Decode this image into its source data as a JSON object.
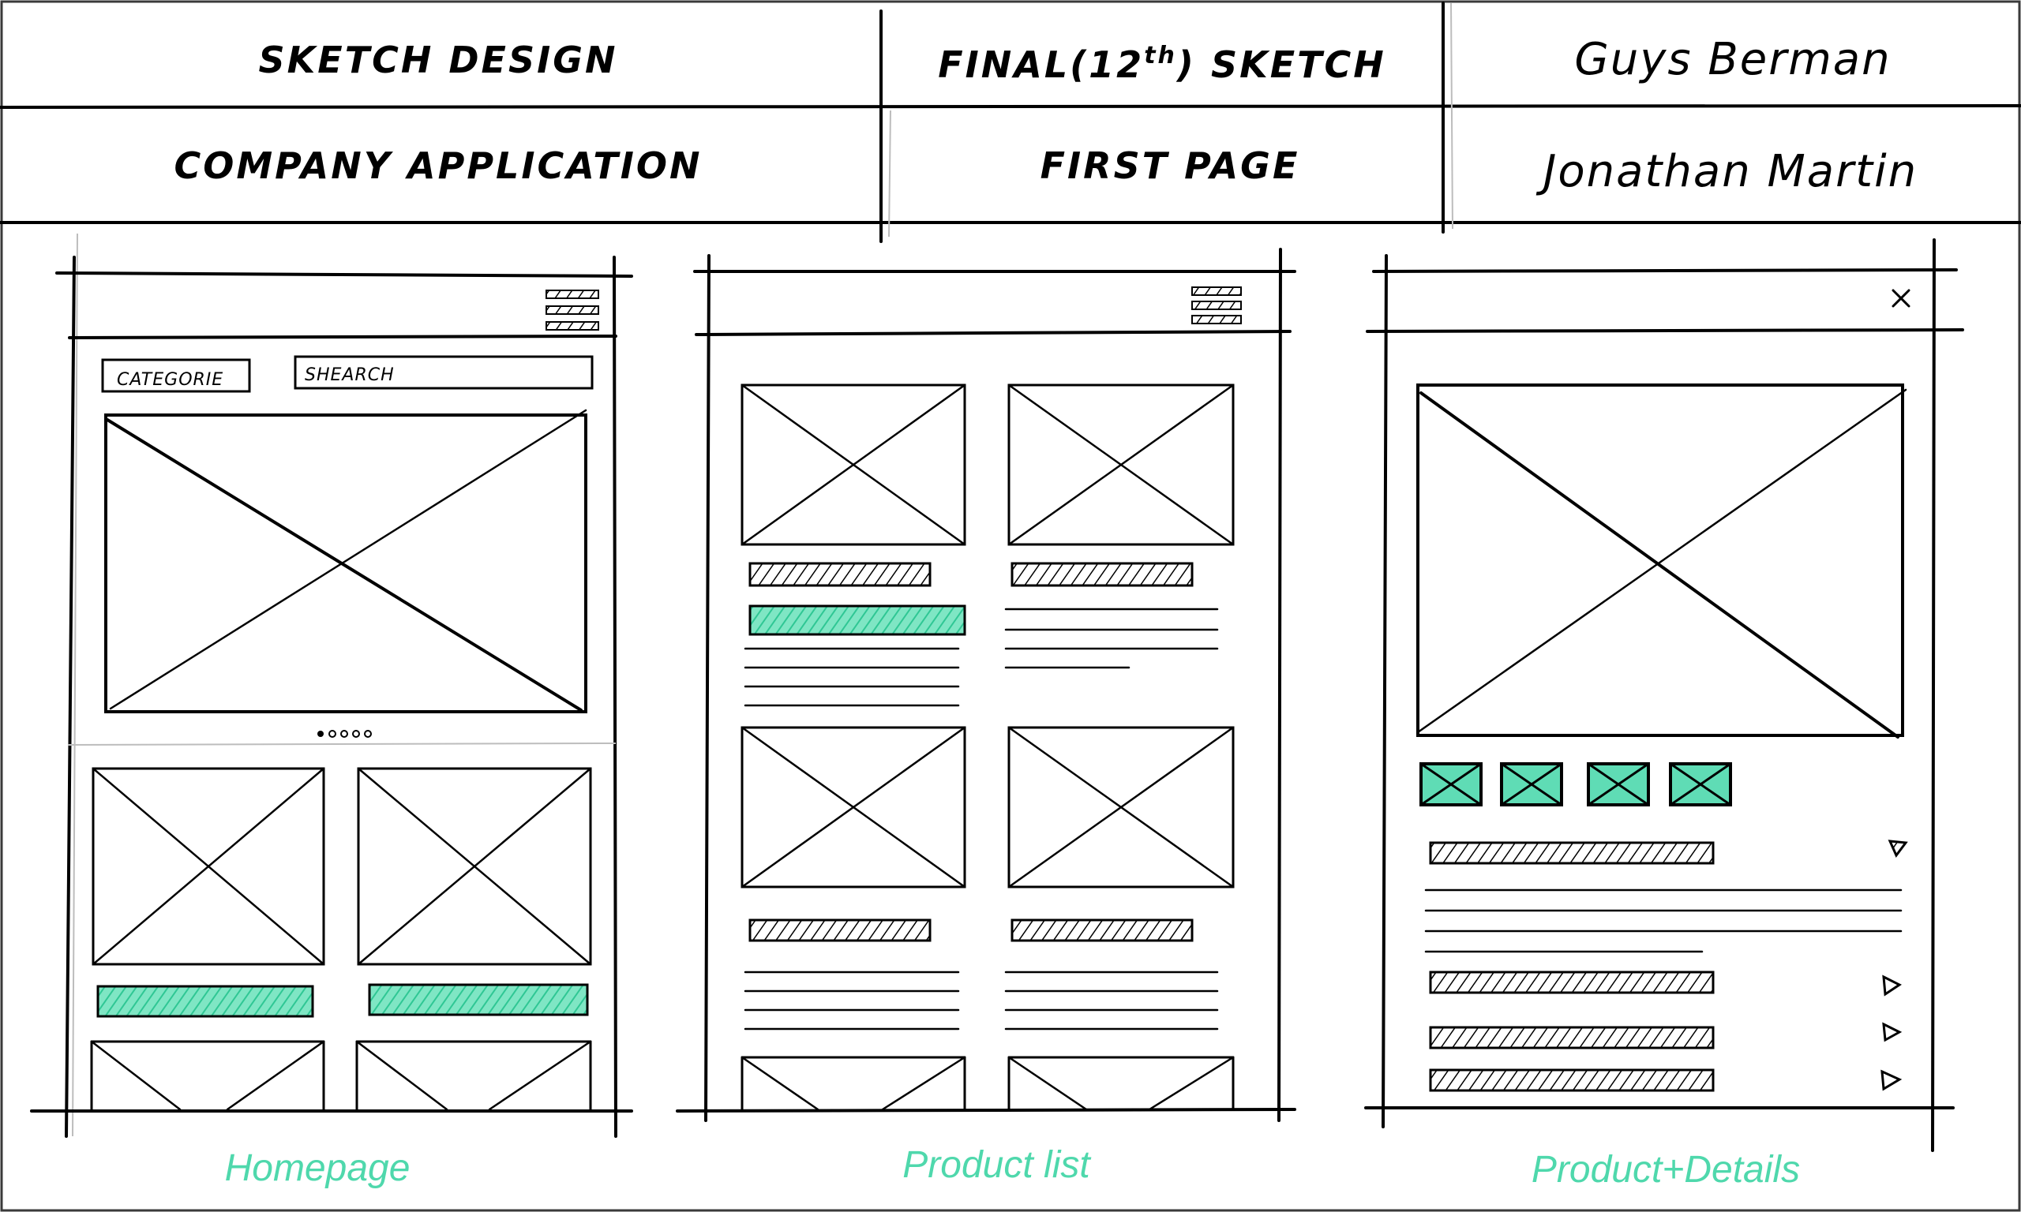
{
  "header": {
    "title": "SKETCH DESIGN",
    "version": "FINAL(12",
    "version_sup": "th",
    "version_tail": ") SKETCH",
    "author_1": "Guys Berman",
    "project": "COMPANY APPLICATION",
    "page": "FIRST PAGE",
    "author_2": "Jonathan Martin"
  },
  "homepage": {
    "category_label": "CATEGORIE",
    "search_label": "SHEARCH",
    "caption": "Homepage"
  },
  "product_list": {
    "caption": "Product list"
  },
  "product_details": {
    "close_icon": "close-icon",
    "caption": "Product+Details"
  },
  "colors": {
    "accent": "#4fd8ac",
    "ink": "#000000",
    "border": "#3a3a3a"
  }
}
